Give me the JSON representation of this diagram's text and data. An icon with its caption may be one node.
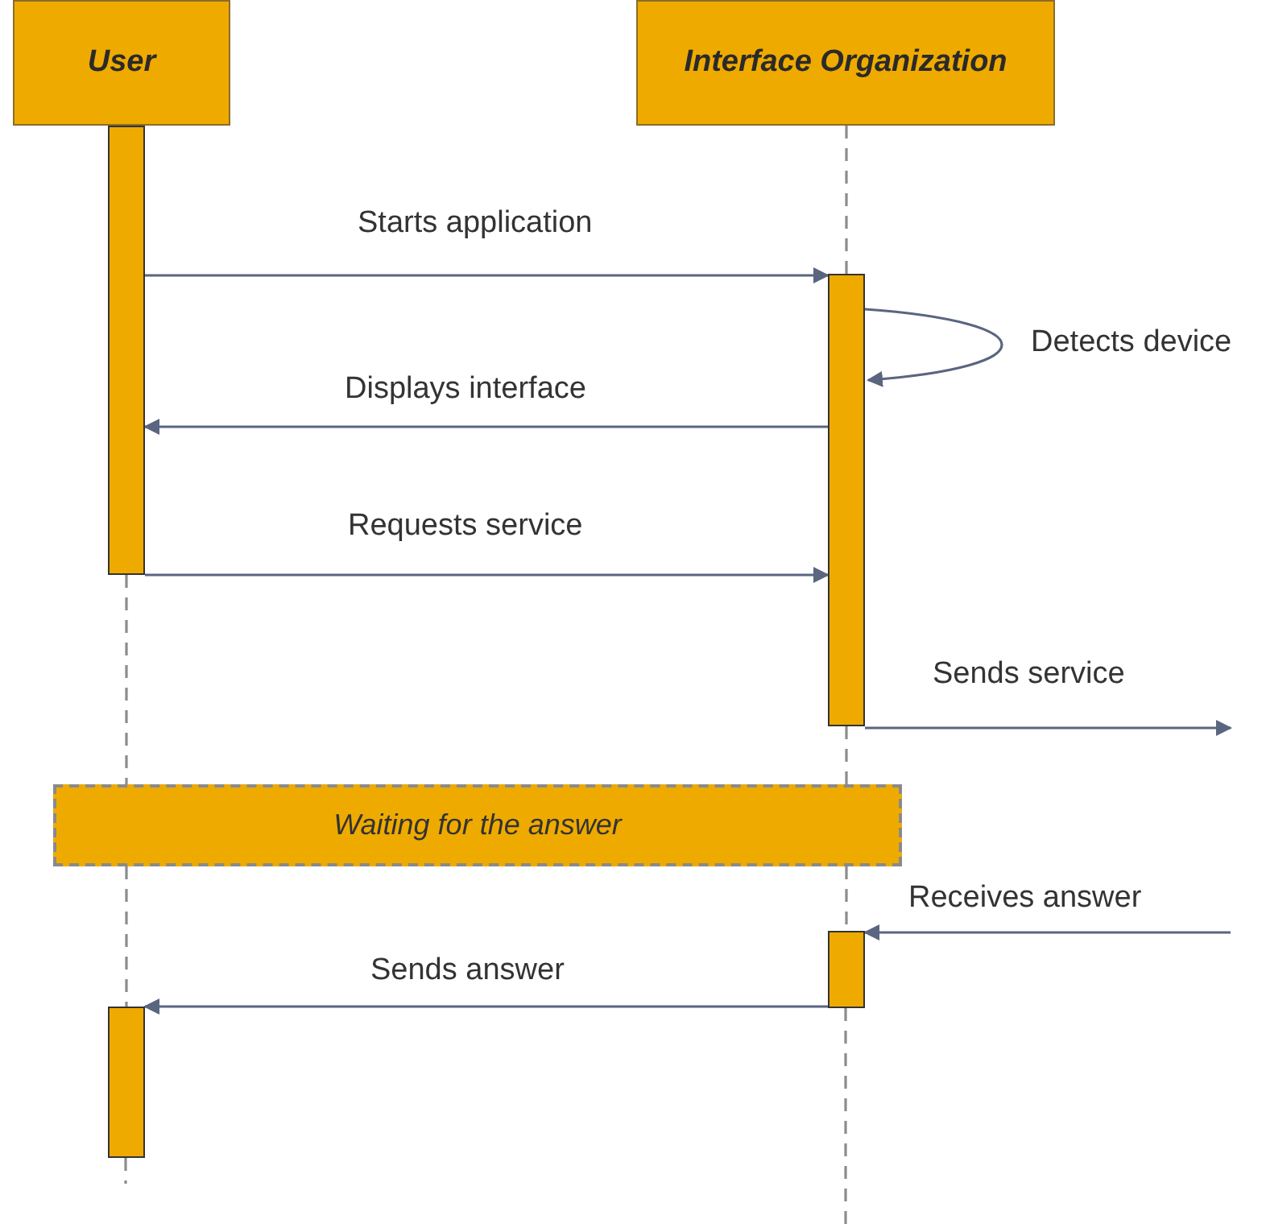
{
  "diagram": {
    "nodes": [
      {
        "text": [
          "User"
        ]
      },
      {
        "text": [
          "Interface Organization"
        ]
      },
      {
        "text": [],
        "shape": "bar"
      },
      {
        "text": [],
        "shape": "bar"
      },
      {
        "text": [
          "Waiting for the answer"
        ]
      },
      {
        "text": [],
        "shape": "bar"
      },
      {
        "text": [],
        "shape": "bar"
      }
    ],
    "edges": [
      {
        "from": 1,
        "to": 3,
        "arrow": "none",
        "style": "dashed",
        "color": "#8c8c8c"
      },
      {
        "from": 2,
        "to": 3,
        "arrow": "to",
        "label": "Starts application"
      },
      {
        "from": 3,
        "to": 3,
        "arrow": "to",
        "label": "Detects device"
      },
      {
        "from": 3,
        "to": 2,
        "arrow": "to",
        "label": "Displays interface"
      },
      {
        "from": 2,
        "to": 3,
        "arrow": "to",
        "label": "Requests service"
      },
      {
        "from": 3,
        "to": null,
        "arrow": "to",
        "label": "Sends service"
      },
      {
        "from": 3,
        "to": 4,
        "arrow": "none",
        "style": "dashed",
        "color": "#8c8c8c"
      },
      {
        "from": 2,
        "to": 4,
        "arrow": "none",
        "style": "dashed",
        "color": "#8c8c8c"
      },
      {
        "from": 4,
        "to": 5,
        "arrow": "none",
        "style": "dashed",
        "color": "#8c8c8c"
      },
      {
        "from": 4,
        "to": 6,
        "arrow": "none",
        "style": "dashed",
        "color": "#8c8c8c"
      },
      {
        "from": null,
        "to": 5,
        "arrow": "to",
        "label": "Receives answer"
      },
      {
        "from": 5,
        "to": 6,
        "arrow": "to",
        "label": "Sends answer"
      }
    ]
  }
}
